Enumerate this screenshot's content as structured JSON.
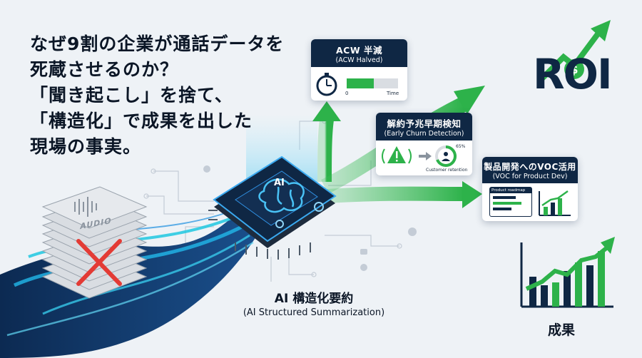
{
  "headline": {
    "lines": [
      "なぜ9割の企業が通話データを",
      "死蔵させるのか？",
      "「聞き起こし」を捨て、",
      "「構造化」で成果を出した",
      "現場の事実。"
    ]
  },
  "audio_stack": {
    "label": "AUDIO",
    "mark": "rejected"
  },
  "chip": {
    "label": "AI"
  },
  "chip_caption": {
    "title": "AI 構造化要約",
    "subtitle": "(AI Structured Summarization)"
  },
  "cards": [
    {
      "title": "ACW 半減",
      "subtitle": "(ACW Halved)",
      "axis_start": "0",
      "axis_end": "Time"
    },
    {
      "title": "解約予兆早期検知",
      "subtitle": "(Early Churn Detection)",
      "percent": "65%",
      "footer": "Customer retention"
    },
    {
      "title": "製品開発へのVOC活用",
      "subtitle": "(VOC for Product Dev)",
      "doc_label": "Product roadmap"
    }
  ],
  "roi": {
    "text": "ROI"
  },
  "result": {
    "label": "成果"
  },
  "colors": {
    "navy": "#0f2744",
    "green": "#2db24a",
    "teal": "#1ec8e0",
    "blue": "#1576d8"
  }
}
